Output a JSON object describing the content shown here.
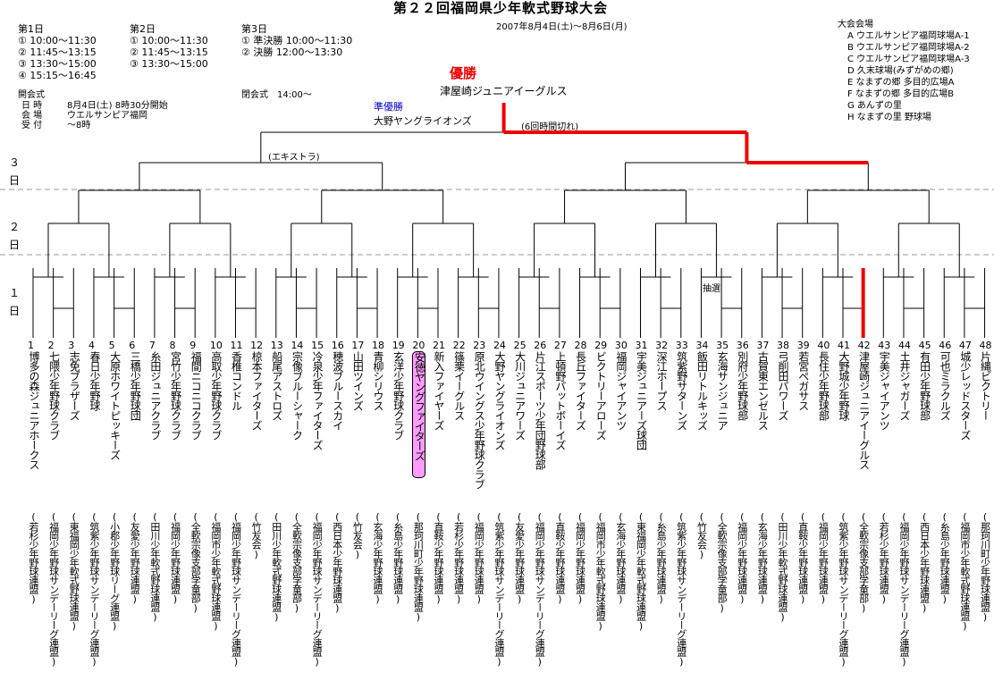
{
  "header": {
    "title": "第２２回福岡県少年軟式野球大会",
    "dates": "2007年8月4日(土)～8月6日(月)"
  },
  "schedule": {
    "day1": {
      "label": "第1日",
      "slots": [
        "① 10:00～11:30",
        "② 11:45～13:15",
        "③ 13:30～15:00",
        "④ 15:15～16:45"
      ]
    },
    "day2": {
      "label": "第2日",
      "slots": [
        "① 10:00～11:30",
        "② 11:45～13:15",
        "③ 13:30～15:00"
      ]
    },
    "day3": {
      "label": "第3日",
      "slots": [
        "① 準決勝 10:00～11:30",
        "② 決勝 12:00～13:30"
      ]
    }
  },
  "opening": {
    "label": "開会式",
    "rows": [
      {
        "k": "日 時",
        "v": "8月4日(土) 8時30分開始"
      },
      {
        "k": "会 場",
        "v": "ウエルサンピア福岡"
      },
      {
        "k": "受 付",
        "v": "～8時"
      }
    ],
    "day3_ceremony": "閉会式　14:00～"
  },
  "venues": {
    "label": "大会会場",
    "items": [
      "A ウエルサンピア福岡球場A-1",
      "B ウエルサンピア福岡球場A-2",
      "C ウエルサンピア福岡球場A-3",
      "D 久末球場(みずがめの郷)",
      "E なまずの郷 多目的広場A",
      "F なまずの郷 多目的広場B",
      "G あんずの里",
      "H なまずの里 野球場"
    ]
  },
  "results": {
    "champion_label": "優勝",
    "champion": "津屋崎ジュニアイーグルス",
    "runner_label": "準優勝",
    "runner": "大野ヤングライオンズ",
    "final_note": "(6回時間切れ)",
    "extra_note": "(エキストラ)",
    "lottery_note": "抽選"
  },
  "day_labels": {
    "d3": "３\n日",
    "d2": "２\n日",
    "d1": "１\n日"
  },
  "teams": [
    {
      "no": "1",
      "name": "博多の森ジュニアホークス",
      "league": "(若杉少年野球連盟)"
    },
    {
      "no": "2",
      "name": "七隈少年野球クラブ",
      "league": "(福岡少年野球サンデーリーグ連盟)"
    },
    {
      "no": "3",
      "name": "志免ブラザーズ",
      "league": "(東福岡少年軟式野球連盟)"
    },
    {
      "no": "4",
      "name": "春日少年野球",
      "league": "(筑紫少年野球サンデーリーグ連盟)"
    },
    {
      "no": "5",
      "name": "大原ホワイトピッキーズ",
      "league": "(小郡少年野球リーグ連盟)"
    },
    {
      "no": "6",
      "name": "三橋少年野球団",
      "league": "(友愛少年野球連盟)"
    },
    {
      "no": "7",
      "name": "糸田ジュニアクラブ",
      "league": "(田川少年軟式野球連盟)"
    },
    {
      "no": "8",
      "name": "宮竹少年野球クラブ",
      "league": "(福岡少年野球連盟)"
    },
    {
      "no": "9",
      "name": "福間ニコニコクラブ",
      "league": "(全軟宗像支部学童部)"
    },
    {
      "no": "10",
      "name": "高取少年野球クラブ",
      "league": "(福岡市少年軟式野球連盟)"
    },
    {
      "no": "11",
      "name": "香椎コンドル",
      "league": "(福岡少年野球サンデーリーグ連盟)"
    },
    {
      "no": "12",
      "name": "椋本ファイターズ",
      "league": "(竹友会)"
    },
    {
      "no": "13",
      "name": "船尾アストロズ",
      "league": "(田川少年軟式野球連盟)"
    },
    {
      "no": "14",
      "name": "宗像ブルーシャーク",
      "league": "(全軟宗像支部学童部)"
    },
    {
      "no": "15",
      "name": "冷泉少年ファイターズ",
      "league": "(福岡少年野球サンデーリーグ連盟)"
    },
    {
      "no": "16",
      "name": "穂波ブルースカイ",
      "league": "(西日本少年野球連盟)"
    },
    {
      "no": "17",
      "name": "山田ツインズ",
      "league": "(竹友会)"
    },
    {
      "no": "18",
      "name": "青柳シリウス",
      "league": "(玄海少年野球連盟)"
    },
    {
      "no": "19",
      "name": "玄洋少年野球クラブ",
      "league": "(糸島少年野球連盟)"
    },
    {
      "no": "20",
      "name": "安徳ヤングファイターズ",
      "league": "(那珂川町少年野球連盟)"
    },
    {
      "no": "21",
      "name": "新入ファイヤーズ",
      "league": "(直鞍少年野球連盟)"
    },
    {
      "no": "22",
      "name": "篠栗イーグルス",
      "league": "(若杉少年野球連盟)"
    },
    {
      "no": "23",
      "name": "原北ウイングス少年野球クラブ",
      "league": "(福岡少年野球連盟)"
    },
    {
      "no": "24",
      "name": "大野ヤングライオンズ",
      "league": "(筑紫少年野球サンデーリーグ連盟)"
    },
    {
      "no": "25",
      "name": "大川ジュニアワーズ",
      "league": "(友愛少年野球連盟)"
    },
    {
      "no": "26",
      "name": "片江スポーツ少年団野球部",
      "league": "(福岡少年野球サンデーリーグ連盟)"
    },
    {
      "no": "27",
      "name": "上頓野パットボーイズ",
      "league": "(直鞍少年野球連盟)"
    },
    {
      "no": "28",
      "name": "長丘ファイターズ",
      "league": "(福岡少年野球連盟)"
    },
    {
      "no": "29",
      "name": "ビクトリーアローズ",
      "league": "(福岡市少年軟式野球連盟)"
    },
    {
      "no": "30",
      "name": "福岡ジャイアンツ",
      "league": "(玄海少年野球連盟)"
    },
    {
      "no": "31",
      "name": "宇美ジュニアーズ球団",
      "league": "(東福岡少年軟式野球連盟)"
    },
    {
      "no": "32",
      "name": "深江ホープス",
      "league": "(糸島少年野球連盟)"
    },
    {
      "no": "33",
      "name": "筑紫野サターンズ",
      "league": "(筑紫少年野球サンデーリーグ連盟)"
    },
    {
      "no": "34",
      "name": "飯田リトルキッズ",
      "league": "(竹友会)"
    },
    {
      "no": "35",
      "name": "玄海サンジュニア",
      "league": "(全軟宗像支部学童部)"
    },
    {
      "no": "36",
      "name": "別府少年野球部",
      "league": "(福岡少年野球連盟)"
    },
    {
      "no": "37",
      "name": "古賀東エンゼルス",
      "league": "(玄海少年野球連盟)"
    },
    {
      "no": "38",
      "name": "弓削田パワーズ",
      "league": "(田川少年軟式野球連盟)"
    },
    {
      "no": "39",
      "name": "若宮ペガサス",
      "league": "(直鞍少年野球連盟)"
    },
    {
      "no": "40",
      "name": "長住少年野球部",
      "league": "(福岡少年野球連盟)"
    },
    {
      "no": "41",
      "name": "大野城少年野球",
      "league": "(筑紫少年野球サンデーリーグ連盟)"
    },
    {
      "no": "42",
      "name": "津屋崎ジュニアイーグルス",
      "league": "(全軟宗像支部学童部)"
    },
    {
      "no": "43",
      "name": "宇美ジャイアンツ",
      "league": "(若杉少年野球連盟)"
    },
    {
      "no": "44",
      "name": "土井ジャガーズ",
      "league": "(福岡少年野球サンデーリーグ連盟)"
    },
    {
      "no": "45",
      "name": "有田少年野球部",
      "league": "(西日本少年野球連盟)"
    },
    {
      "no": "46",
      "name": "可也ミラクルズ",
      "league": "(糸島少年野球連盟)"
    },
    {
      "no": "47",
      "name": "城少レッドスターズ",
      "league": "(福岡市少年軟式野球連盟)"
    },
    {
      "no": "48",
      "name": "片縄ビクトリー",
      "league": "(那珂川町少年野球連盟)"
    }
  ]
}
